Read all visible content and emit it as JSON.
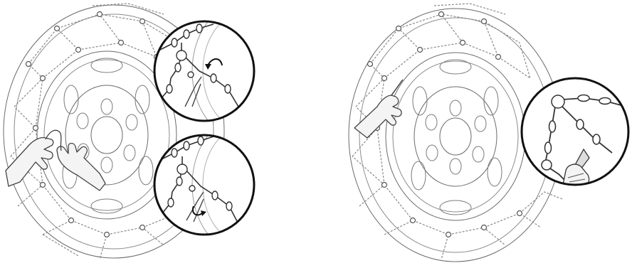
{
  "figure": {
    "panels": [
      {
        "id": "left",
        "subject": "tire-with-snow-chain",
        "details": [
          "hands-tensioning-chain",
          "detail-callout-hook-step-1",
          "detail-callout-hook-step-2"
        ]
      },
      {
        "id": "right",
        "subject": "tire-with-snow-chain",
        "details": [
          "hand-pulling-chain",
          "detail-callout-ring-and-tensioner"
        ]
      }
    ],
    "colors": {
      "line": "#6b6b6b",
      "dark_line": "#2a2a2a",
      "callout_border": "#111111",
      "background": "#ffffff",
      "hand_fill": "#f4f4f4"
    }
  }
}
